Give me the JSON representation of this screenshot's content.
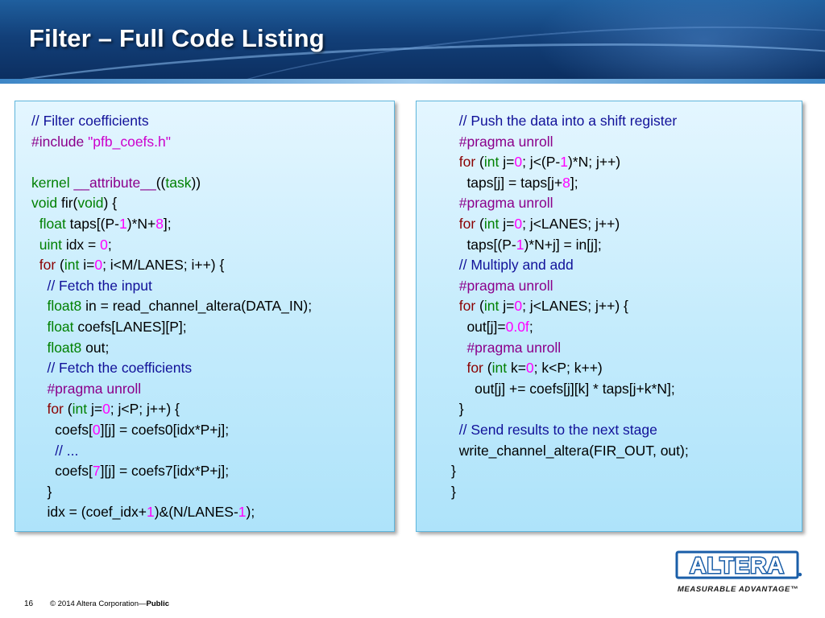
{
  "slide": {
    "title": "Filter – Full Code Listing",
    "page_number": "16",
    "copyright": "© 2014 Altera Corporation—",
    "classification": "Public"
  },
  "logo": {
    "brand": "ALTERA",
    "tagline": "MEASURABLE ADVANTAGE™"
  },
  "colors": {
    "comment": "#111199",
    "keyword": "#8b0000",
    "type": "#008000",
    "number": "#ff00ff",
    "string": "#cc00cc",
    "banner": "#123f78"
  },
  "left_code": [
    [
      [
        "cm",
        "// Filter coefficients"
      ]
    ],
    [
      [
        "pp",
        "#include "
      ],
      [
        "str",
        "\"pfb_coefs.h\""
      ]
    ],
    [],
    [
      [
        "ty",
        "kernel "
      ],
      [
        "pp",
        "__attribute__"
      ],
      [
        "",
        "(("
      ],
      [
        "ty",
        "task"
      ],
      [
        "",
        "))"
      ]
    ],
    [
      [
        "ty",
        "void"
      ],
      [
        "",
        " fir("
      ],
      [
        "ty",
        "void"
      ],
      [
        "",
        ") {"
      ]
    ],
    [
      [
        "",
        "  "
      ],
      [
        "ty",
        "float"
      ],
      [
        "",
        " taps[(P-"
      ],
      [
        "num",
        "1"
      ],
      [
        "",
        ")*N+"
      ],
      [
        "num",
        "8"
      ],
      [
        "",
        "];"
      ]
    ],
    [
      [
        "",
        "  "
      ],
      [
        "ty",
        "uint"
      ],
      [
        "",
        " idx = "
      ],
      [
        "num",
        "0"
      ],
      [
        "",
        ";"
      ]
    ],
    [
      [
        "",
        "  "
      ],
      [
        "kw",
        "for"
      ],
      [
        "",
        " ("
      ],
      [
        "ty",
        "int"
      ],
      [
        "",
        " i="
      ],
      [
        "num",
        "0"
      ],
      [
        "",
        "; i<M/LANES; i++) {"
      ]
    ],
    [
      [
        "",
        "    "
      ],
      [
        "cm",
        "// Fetch the input"
      ]
    ],
    [
      [
        "",
        "    "
      ],
      [
        "ty",
        "float8"
      ],
      [
        "",
        " in = read_channel_altera(DATA_IN);"
      ]
    ],
    [
      [
        "",
        "    "
      ],
      [
        "ty",
        "float"
      ],
      [
        "",
        " coefs[LANES][P];"
      ]
    ],
    [
      [
        "",
        "    "
      ],
      [
        "ty",
        "float8"
      ],
      [
        "",
        " out;"
      ]
    ],
    [
      [
        "",
        "    "
      ],
      [
        "cm",
        "// Fetch the coefficients"
      ]
    ],
    [
      [
        "",
        "    "
      ],
      [
        "pp",
        "#pragma unroll"
      ]
    ],
    [
      [
        "",
        "    "
      ],
      [
        "kw",
        "for"
      ],
      [
        "",
        " ("
      ],
      [
        "ty",
        "int"
      ],
      [
        "",
        " j="
      ],
      [
        "num",
        "0"
      ],
      [
        "",
        "; j<P; j++) {"
      ]
    ],
    [
      [
        "",
        "      coefs["
      ],
      [
        "num",
        "0"
      ],
      [
        "",
        "][j] = coefs0[idx*P+j];"
      ]
    ],
    [
      [
        "",
        "      "
      ],
      [
        "cm",
        "// ..."
      ]
    ],
    [
      [
        "",
        "      coefs["
      ],
      [
        "num",
        "7"
      ],
      [
        "",
        "][j] = coefs7[idx*P+j];"
      ]
    ],
    [
      [
        "",
        "    }"
      ]
    ],
    [
      [
        "",
        "    idx = (coef_idx+"
      ],
      [
        "num",
        "1"
      ],
      [
        "",
        ")&(N/LANES-"
      ],
      [
        "num",
        "1"
      ],
      [
        "",
        ");"
      ]
    ]
  ],
  "right_code": [
    [
      [
        "",
        "  "
      ],
      [
        "cm",
        "// Push the data into a shift register"
      ]
    ],
    [
      [
        "",
        "  "
      ],
      [
        "pp",
        "#pragma unroll"
      ]
    ],
    [
      [
        "",
        "  "
      ],
      [
        "kw",
        "for"
      ],
      [
        "",
        " ("
      ],
      [
        "ty",
        "int"
      ],
      [
        "",
        " j="
      ],
      [
        "num",
        "0"
      ],
      [
        "",
        "; j<(P-"
      ],
      [
        "num",
        "1"
      ],
      [
        "",
        ")*N; j++)"
      ]
    ],
    [
      [
        "",
        "    taps[j] = taps[j+"
      ],
      [
        "num",
        "8"
      ],
      [
        "",
        "];"
      ]
    ],
    [
      [
        "",
        "  "
      ],
      [
        "pp",
        "#pragma unroll"
      ]
    ],
    [
      [
        "",
        "  "
      ],
      [
        "kw",
        "for"
      ],
      [
        "",
        " ("
      ],
      [
        "ty",
        "int"
      ],
      [
        "",
        " j="
      ],
      [
        "num",
        "0"
      ],
      [
        "",
        "; j<LANES; j++)"
      ]
    ],
    [
      [
        "",
        "    taps[(P-"
      ],
      [
        "num",
        "1"
      ],
      [
        "",
        ")*N+j] = in[j];"
      ]
    ],
    [
      [
        "",
        "  "
      ],
      [
        "cm",
        "// Multiply and add"
      ]
    ],
    [
      [
        "",
        "  "
      ],
      [
        "pp",
        "#pragma unroll"
      ]
    ],
    [
      [
        "",
        "  "
      ],
      [
        "kw",
        "for"
      ],
      [
        "",
        " ("
      ],
      [
        "ty",
        "int"
      ],
      [
        "",
        " j="
      ],
      [
        "num",
        "0"
      ],
      [
        "",
        "; j<LANES; j++) {"
      ]
    ],
    [
      [
        "",
        "    out[j]="
      ],
      [
        "num",
        "0.0f"
      ],
      [
        "",
        ";"
      ]
    ],
    [
      [
        "",
        "    "
      ],
      [
        "pp",
        "#pragma unroll"
      ]
    ],
    [
      [
        "",
        "    "
      ],
      [
        "kw",
        "for"
      ],
      [
        "",
        " ("
      ],
      [
        "ty",
        "int"
      ],
      [
        "",
        " k="
      ],
      [
        "num",
        "0"
      ],
      [
        "",
        "; k<P; k++)"
      ]
    ],
    [
      [
        "",
        "      out[j] += coefs[j][k] * taps[j+k*N];"
      ]
    ],
    [
      [
        "",
        "  }"
      ]
    ],
    [
      [
        "",
        "  "
      ],
      [
        "cm",
        "// Send results to the next stage"
      ]
    ],
    [
      [
        "",
        "  write_channel_altera(FIR_OUT, out);"
      ]
    ],
    [
      [
        "",
        "}"
      ]
    ],
    [
      [
        "",
        "}"
      ]
    ]
  ]
}
